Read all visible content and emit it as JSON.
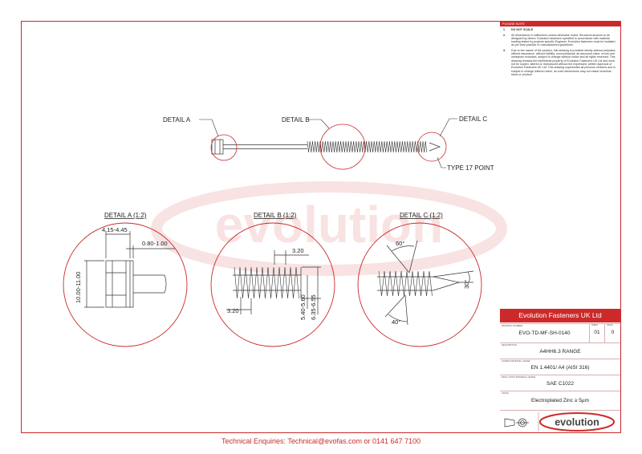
{
  "footer": "Technical Enquiries: Technical@evofas.com or 0141 647 7100",
  "watermark": "evolution",
  "notes": {
    "heading": "PLEASE NOTE",
    "items": [
      {
        "num": "1.",
        "bold": "DO NOT SCALE",
        "text": ""
      },
      {
        "num": "2.",
        "bold": "",
        "text": "All dimensions in millimetres unless otherwise noted. Structural anchors to be designed by others. Evolution fasteners specified in accordance with material loading tested by projects specific Engineer. Evolution fasteners must be installed as per best practice or manufacturers guidelines."
      },
      {
        "num": "3.",
        "bold": "",
        "text": "Due to the nature of the product, this drawing is provided strictly without prejudice, without assurance, without liability, noncontractual, as assumed value, errors and omissions excluded, subject to change without notice and all rights reserved. This drawing remains the intellectual property of Evolution Fasteners UK Ltd and must not be copied, altered or reproduced without the expressed, written approval of Evolution Fasteners UK Ltd. This drawing supersedes all previous versions and is subject to change without notice, as such dimensions may not match historical stock or product."
      }
    ]
  },
  "drawing": {
    "detail_a": "DETAIL A",
    "detail_b": "DETAIL B",
    "detail_c": "DETAIL C",
    "type17": "TYPE 17 POINT",
    "detail_a_title": "DETAIL A (1:2)",
    "detail_b_title": "DETAIL B (1:2)",
    "detail_c_title": "DETAIL C (1:2)",
    "dim_a_head": "4.15-4.45",
    "dim_a_flange": "0.80-1.00",
    "dim_a_height": "10.00-11.00",
    "dim_b_pitch_top": "3.20",
    "dim_b_pitch_bottom": "3.20",
    "dim_b_minor": "5.40-5.60",
    "dim_b_major": "6.35-6.55",
    "dim_c_top": "60°",
    "dim_c_bottom": "40°",
    "dim_c_side": "30°"
  },
  "title_block": {
    "company": "Evolution Fasteners UK Ltd",
    "drawing_no_label": "DRAWING NUMBER",
    "drawing_no": "EVO-TD-MF-SH-0140",
    "sheet_label": "SHEET",
    "sheet": "01",
    "issue_label": "ISSUE",
    "issue": "0",
    "description_label": "DESCRIPTION",
    "description": "A4HH6.3 RANGE",
    "material_label": "SCREW MATERIAL GRADE",
    "material": "EN 1.4401/ A4 (AISI 316)",
    "washer_label": "DRILL POINT MATERIAL GRADE",
    "washer": "SAE C1022",
    "finish_label": "FINISH",
    "finish": "Electroplated Zinc ≥ 5µm",
    "logo_text": "evolution"
  }
}
